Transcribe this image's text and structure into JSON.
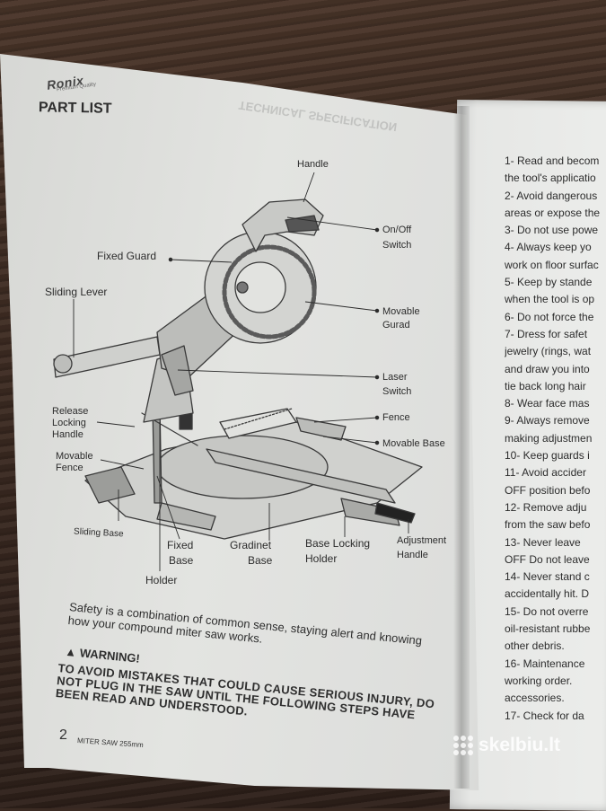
{
  "brand": {
    "name": "Ronix",
    "tagline": "Premium Quality"
  },
  "page_title": "PART LIST",
  "ghost_heading": "TECHNICAL SPECIFICATION",
  "parts": {
    "handle": "Handle",
    "on_off_line1": "On/Off",
    "on_off_line2": "Switch",
    "fixed_guard": "Fixed Guard",
    "sliding_lever": "Sliding Lever",
    "movable_guard_line1": "Movable",
    "movable_guard_line2": "Gurad",
    "laser_line1": "Laser",
    "laser_line2": "Switch",
    "release_line1": "Release",
    "release_line2": "Locking",
    "release_line3": "Handle",
    "fence": "Fence",
    "movable_base": "Movable Base",
    "movable_fence_line1": "Movable",
    "movable_fence_line2": "Fence",
    "sliding_base": "Sliding Base",
    "fixed_base_line1": "Fixed",
    "fixed_base_line2": "Base",
    "gradinet_line1": "Gradinet",
    "gradinet_line2": "Base",
    "base_locking_line1": "Base Locking",
    "base_locking_line2": "Holder",
    "adjustment_line1": "Adjustment",
    "adjustment_line2": "Handle",
    "holder": "Holder"
  },
  "safety_line1": "Safety is a combination of common sense, staying alert and knowing",
  "safety_line2": "how your compound miter saw works.",
  "warning_title": "WARNING!",
  "warning_line1": "TO AVOID MISTAKES THAT COULD CAUSE SERIOUS INJURY, DO",
  "warning_line2": "NOT PLUG IN THE SAW UNTIL THE FOLLOWING STEPS HAVE",
  "warning_line3": "BEEN READ AND UNDERSTOOD.",
  "page_number": "2",
  "footer_text": "MITER SAW 255mm",
  "rules": [
    "1- Read and becom",
    "the tool's applicatio",
    "2- Avoid dangerous",
    "areas or expose the",
    "3- Do not use powe",
    "4- Always keep yo",
    "work on floor surfac",
    "5- Keep by stande",
    "when the tool is op",
    "6- Do not force the",
    "7- Dress for safet",
    "jewelry (rings, wat",
    "and draw you into",
    "tie back long hair",
    "8- Wear face mas",
    "9- Always remove",
    "making adjustmen",
    "10- Keep guards i",
    "11- Avoid accider",
    "OFF position befo",
    "12- Remove adju",
    "from the saw befo",
    "13- Never leave",
    "OFF Do not leave",
    "14- Never stand c",
    "accidentally hit. D",
    "15- Do not overre",
    "oil-resistant rubbe",
    "other debris.",
    "16- Maintenance",
    "working order.",
    "accessories.",
    "17- Check for da"
  ],
  "watermark": "skelbiu.lt"
}
